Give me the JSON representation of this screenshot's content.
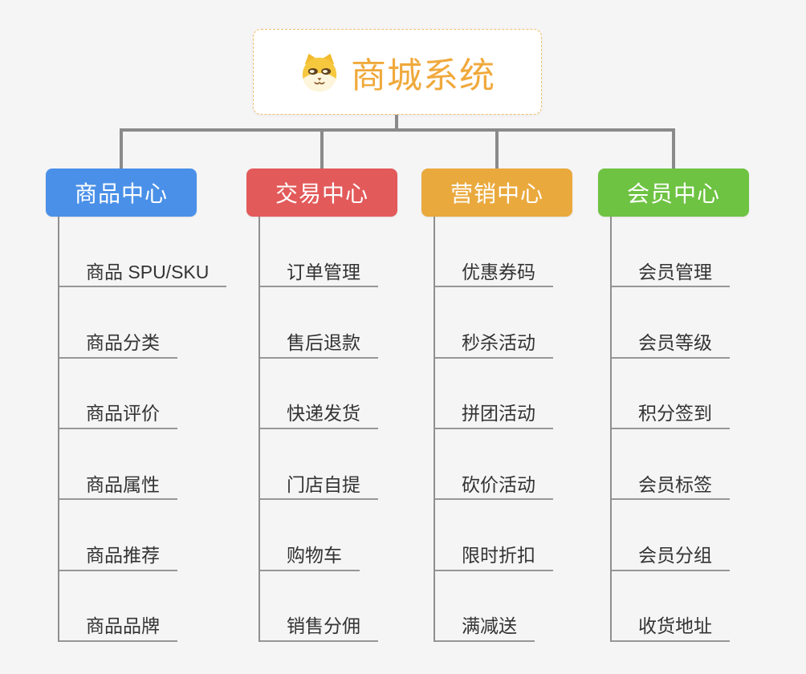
{
  "page": {
    "background_color": "#f5f5f6",
    "connector_color": "#8a8a8a",
    "underline_color": "#979797",
    "item_text_color": "#333333"
  },
  "root": {
    "title": "商城系统",
    "icon": "dog-face-icon",
    "text_color": "#f0a93c",
    "border_color": "#f3bd68",
    "fill_color": "#ffffff"
  },
  "branches": [
    {
      "label": "商品中心",
      "color": "#4a90e8",
      "items": [
        "商品 SPU/SKU",
        "商品分类",
        "商品评价",
        "商品属性",
        "商品推荐",
        "商品品牌"
      ]
    },
    {
      "label": "交易中心",
      "color": "#e35a5a",
      "items": [
        "订单管理",
        "售后退款",
        "快递发货",
        "门店自提",
        "购物车",
        "销售分佣"
      ]
    },
    {
      "label": "营销中心",
      "color": "#eaa93d",
      "items": [
        "优惠券码",
        "秒杀活动",
        "拼团活动",
        "砍价活动",
        "限时折扣",
        "满减送"
      ]
    },
    {
      "label": "会员中心",
      "color": "#6ec342",
      "items": [
        "会员管理",
        "会员等级",
        "积分签到",
        "会员标签",
        "会员分组",
        "收货地址"
      ]
    }
  ]
}
